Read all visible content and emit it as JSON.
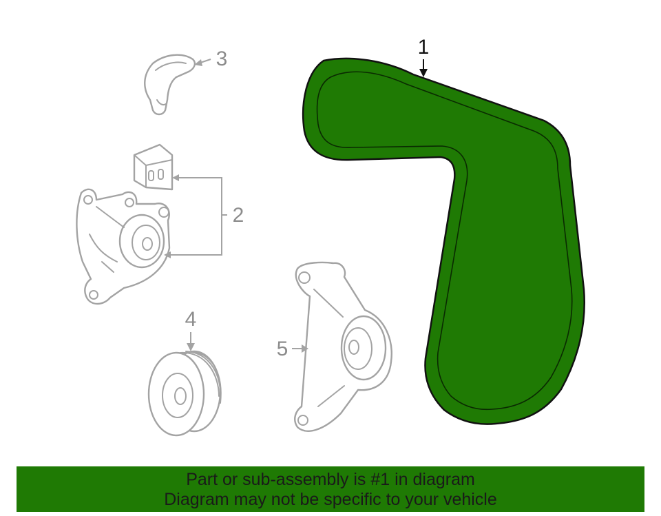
{
  "colors": {
    "highlight_green": "#1e7a06",
    "belt_green": "#1f7a04",
    "banner_green": "#1f7a04",
    "line_grey": "#a3a3a3",
    "outline_black": "#111111",
    "text_grey": "#8c8c8c"
  },
  "callouts": [
    {
      "number": "1",
      "highlighted": true
    },
    {
      "number": "2",
      "highlighted": false
    },
    {
      "number": "3",
      "highlighted": false
    },
    {
      "number": "4",
      "highlighted": false
    },
    {
      "number": "5",
      "highlighted": false
    }
  ],
  "footer": {
    "line1": "Part or sub-assembly is #1 in diagram",
    "line2": "Diagram may not be specific to your vehicle"
  }
}
